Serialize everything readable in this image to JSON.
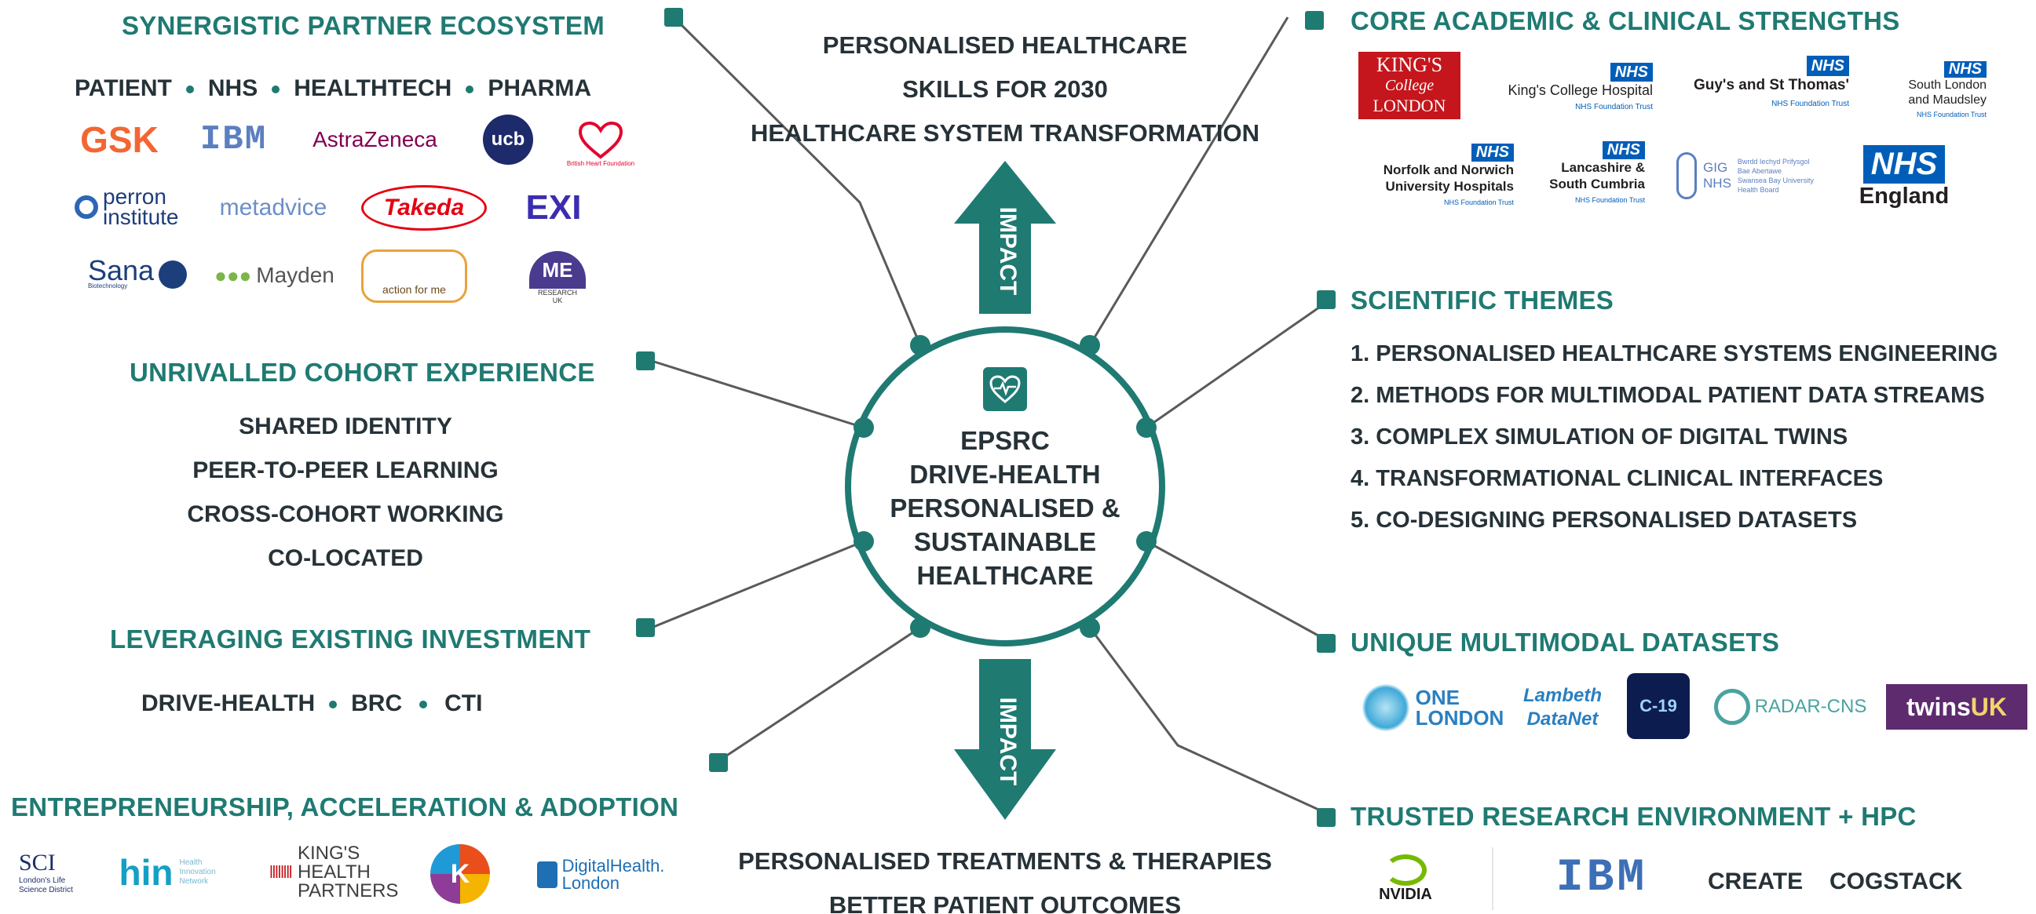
{
  "center": {
    "lines": [
      "EPSRC",
      "DRIVE-HEALTH",
      "PERSONALISED &",
      "SUSTAINABLE",
      "HEALTHCARE"
    ],
    "icon": "heart-pulse-icon"
  },
  "impact_top": {
    "arrow_label": "IMPACT",
    "items": [
      "PERSONALISED HEALTHCARE",
      "SKILLS FOR 2030",
      "HEALTHCARE SYSTEM TRANSFORMATION"
    ]
  },
  "impact_bottom": {
    "arrow_label": "IMPACT",
    "items": [
      "PERSONALISED TREATMENTS & THERAPIES",
      "BETTER PATIENT OUTCOMES"
    ]
  },
  "partner": {
    "title": "SYNERGISTIC PARTNER ECOSYSTEM",
    "categories": [
      "PATIENT",
      "NHS",
      "HEALTHTECH",
      "PHARMA"
    ],
    "logos": {
      "gsk": "GSK",
      "ibm": "IBM",
      "astrazeneca": "AstraZeneca",
      "ucb": "ucb",
      "bhf": "British Heart Foundation",
      "perron": "perron",
      "perron2": "institute",
      "metadvice": "metadvice",
      "takeda": "Takeda",
      "exi": "EXI",
      "sana": "Sana",
      "sana2": "Biotechnology",
      "mayden": "Mayden",
      "actionforme": "action for me",
      "me": "ME",
      "me2": "RESEARCH",
      "me3": "UK"
    }
  },
  "cohort": {
    "title": "UNRIVALLED COHORT EXPERIENCE",
    "items": [
      "SHARED IDENTITY",
      "PEER-TO-PEER LEARNING",
      "CROSS-COHORT WORKING",
      "CO-LOCATED"
    ]
  },
  "investment": {
    "title": "LEVERAGING EXISTING INVESTMENT",
    "items": [
      "DRIVE-HEALTH",
      "BRC",
      "CTI"
    ]
  },
  "entrepreneurship": {
    "title": "ENTREPRENEURSHIP, ACCELERATION & ADOPTION",
    "logos": {
      "sci": "SCI",
      "sci_sub": "London's Life Science District",
      "hin": "hin",
      "hin_sub": "Health Innovation Network",
      "khp1": "KING'S",
      "khp2": "HEALTH",
      "khp3": "PARTNERS",
      "k": "K",
      "dhl1": "DigitalHealth.",
      "dhl2": "London"
    }
  },
  "academic": {
    "title": "CORE ACADEMIC & CLINICAL STRENGTHS",
    "logos": {
      "kcl1": "KING'S",
      "kcl2": "College",
      "kcl3": "LONDON",
      "nhs": "NHS",
      "kch": "King's College Hospital",
      "kch_sub": "NHS Foundation Trust",
      "gst": "Guy's and St Thomas'",
      "gst_sub": "NHS Foundation Trust",
      "slam1": "South London",
      "slam2": "and Maudsley",
      "slam_sub": "NHS Foundation Trust",
      "nnuh1": "Norfolk and Norwich",
      "nnuh2": "University Hospitals",
      "nnuh_sub": "NHS Foundation Trust",
      "lsc1": "Lancashire &",
      "lsc2": "South Cumbria",
      "lsc_sub": "NHS Foundation Trust",
      "sbu1": "GIG",
      "sbu2": "NHS",
      "sbu_text1": "Bwrdd Iechyd Prifysgol",
      "sbu_text2": "Bae Abertawe",
      "sbu_text3": "Swansea Bay University",
      "sbu_text4": "Health Board",
      "nhse": "England"
    }
  },
  "themes": {
    "title": "SCIENTIFIC THEMES",
    "items": [
      "1. PERSONALISED HEALTHCARE SYSTEMS ENGINEERING",
      "2. METHODS FOR MULTIMODAL PATIENT DATA STREAMS",
      "3. COMPLEX SIMULATION OF DIGITAL TWINS",
      "4. TRANSFORMATIONAL CLINICAL INTERFACES",
      "5. CO-DESIGNING PERSONALISED DATASETS"
    ]
  },
  "datasets": {
    "title": "UNIQUE MULTIMODAL DATASETS",
    "logos": {
      "onelondon1": "ONE",
      "onelondon2": "LONDON",
      "lambeth1": "Lambeth",
      "lambeth2": "DataNet",
      "c19": "C-19",
      "radar": "RADAR-CNS",
      "twins1": "twins",
      "twins2": "UK"
    }
  },
  "tre": {
    "title": "TRUSTED RESEARCH ENVIRONMENT + HPC",
    "logos": {
      "nvidia": "NVIDIA",
      "ibm": "IBM"
    },
    "items": [
      "CREATE",
      "COGSTACK"
    ]
  },
  "colors": {
    "teal": "#1f7a72",
    "text": "#263238",
    "nhs_blue": "#005eb8",
    "kcl_red": "#c4161c",
    "gsk_orange": "#f36633",
    "takeda_red": "#e60012",
    "nvidia_green": "#76b900"
  }
}
